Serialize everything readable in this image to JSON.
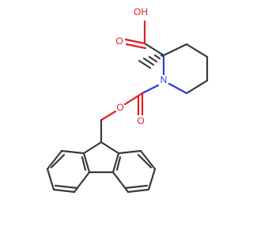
{
  "molecule": {
    "atoms": {
      "hydroxyl_label": "OH",
      "carboxyl_oxygen_label": "O",
      "carbamate_carbonyl_oxygen_label": "O",
      "ester_oxygen_label": "O",
      "nitrogen_label": "N"
    },
    "stereo": "wedge-hash",
    "colors": {
      "bond": "#3a3a3a",
      "oxygen": "#e02020",
      "nitrogen": "#2a3cdc",
      "background": "#ffffff"
    }
  }
}
